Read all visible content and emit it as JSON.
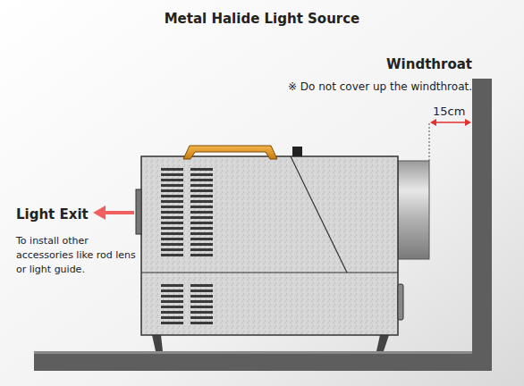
{
  "diagram": {
    "title": "Metal Halide Light Source",
    "labels": [
      "Windthroat",
      "※ Do not cover up the windthroat.",
      "15cm",
      "Light Exit",
      "To install other accessories like rod lens or light guide."
    ]
  }
}
